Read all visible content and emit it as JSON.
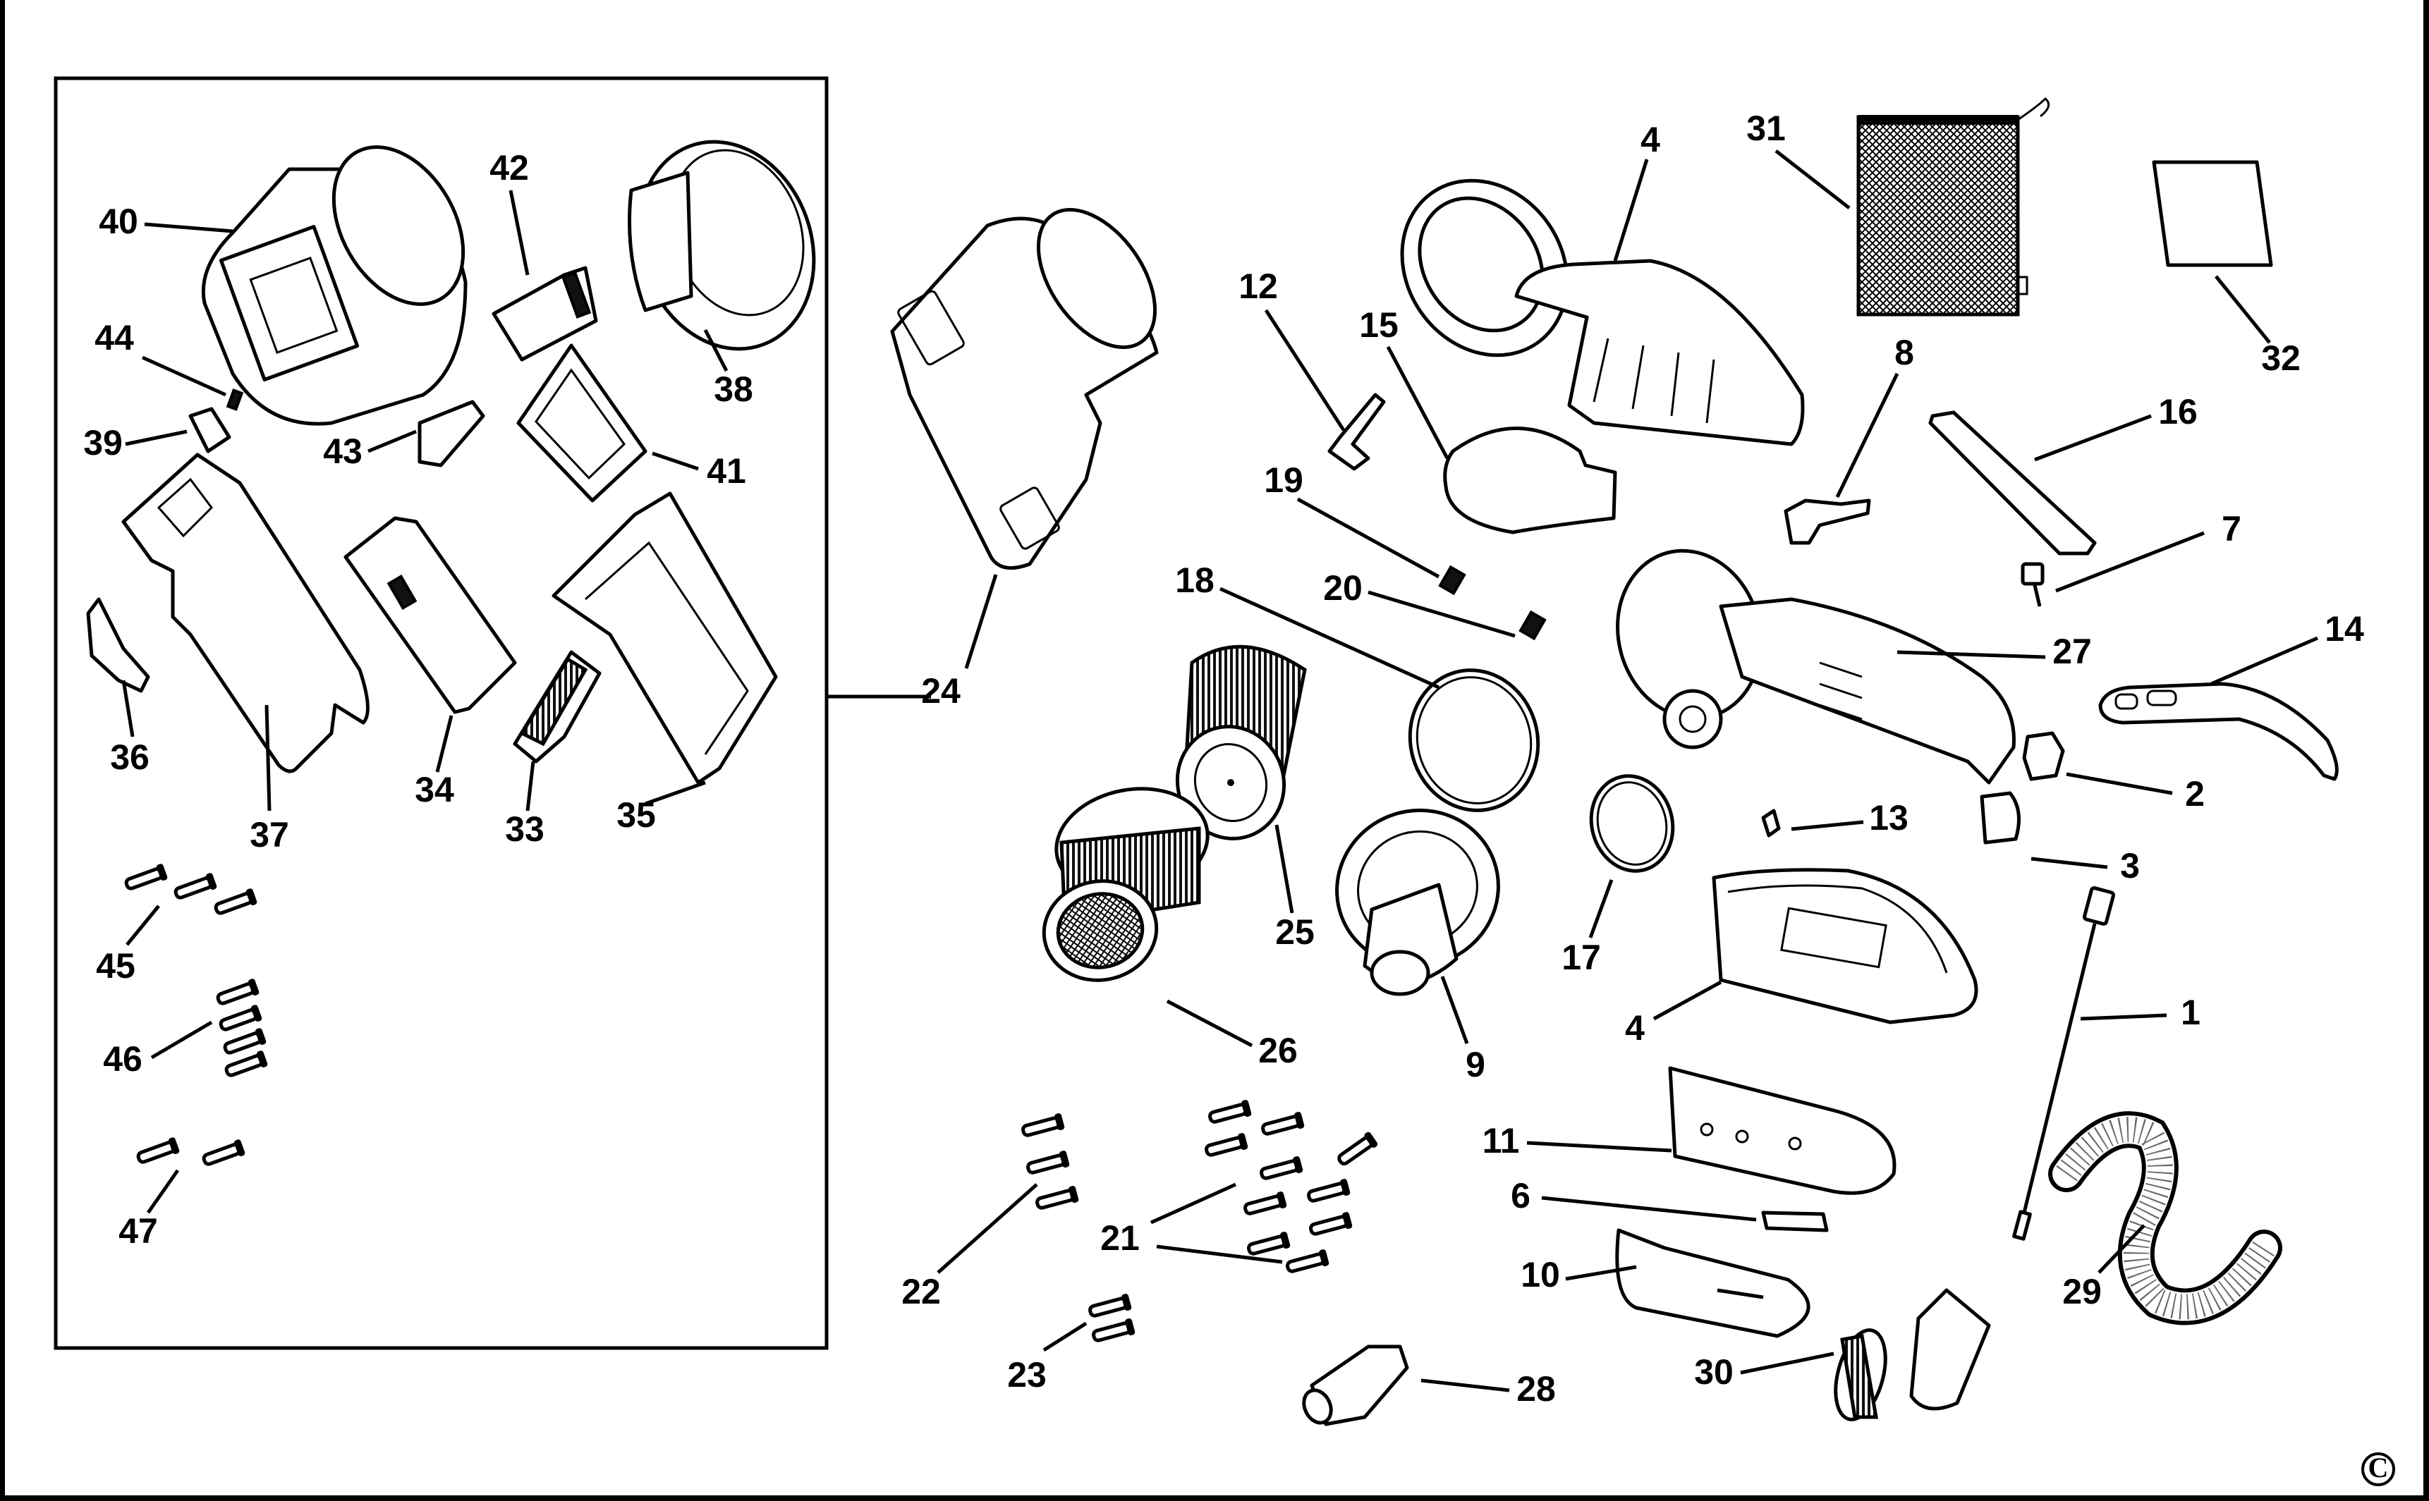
{
  "diagram": {
    "type": "exploded-parts-diagram",
    "subject": "handheld vacuum",
    "copyright_symbol": "©",
    "sub_assembly": {
      "label": "24",
      "contains": [
        "33",
        "34",
        "35",
        "36",
        "37",
        "38",
        "39",
        "40",
        "41",
        "42",
        "43",
        "44",
        "45",
        "46",
        "47"
      ]
    },
    "callouts": {
      "p1": "1",
      "p2": "2",
      "p3": "3",
      "p4a": "4",
      "p4b": "4",
      "p6": "6",
      "p7": "7",
      "p8": "8",
      "p9": "9",
      "p10": "10",
      "p11": "11",
      "p12": "12",
      "p13": "13",
      "p14": "14",
      "p15": "15",
      "p16": "16",
      "p17": "17",
      "p18": "18",
      "p19": "19",
      "p20": "20",
      "p21": "21",
      "p22": "22",
      "p23": "23",
      "p24": "24",
      "p25": "25",
      "p26": "26",
      "p27": "27",
      "p28": "28",
      "p29": "29",
      "p30": "30",
      "p31": "31",
      "p32": "32",
      "p33": "33",
      "p34": "34",
      "p35": "35",
      "p36": "36",
      "p37": "37",
      "p38": "38",
      "p39": "39",
      "p40": "40",
      "p41": "41",
      "p42": "42",
      "p43": "43",
      "p44": "44",
      "p45": "45",
      "p46": "46",
      "p47": "47"
    },
    "parts": [
      {
        "ref": "1",
        "icon": "power-cord-icon"
      },
      {
        "ref": "2",
        "icon": "switch-icon"
      },
      {
        "ref": "3",
        "icon": "switch-cover-icon"
      },
      {
        "ref": "4",
        "icon": "housing-half-icon",
        "count_on_diagram": 2
      },
      {
        "ref": "6",
        "icon": "latch-icon"
      },
      {
        "ref": "7",
        "icon": "led-icon"
      },
      {
        "ref": "8",
        "icon": "release-button-icon"
      },
      {
        "ref": "9",
        "icon": "cyclone-separator-icon"
      },
      {
        "ref": "10",
        "icon": "side-cover-icon"
      },
      {
        "ref": "11",
        "icon": "side-panel-icon"
      },
      {
        "ref": "12",
        "icon": "spring-clip-icon"
      },
      {
        "ref": "13",
        "icon": "clip-icon"
      },
      {
        "ref": "14",
        "icon": "handle-grip-icon"
      },
      {
        "ref": "15",
        "icon": "gasket-flap-icon"
      },
      {
        "ref": "16",
        "icon": "foam-strip-icon"
      },
      {
        "ref": "17",
        "icon": "o-ring-small-icon"
      },
      {
        "ref": "18",
        "icon": "o-ring-large-icon"
      },
      {
        "ref": "19",
        "icon": "spring-icon"
      },
      {
        "ref": "20",
        "icon": "spring-icon"
      },
      {
        "ref": "21",
        "icon": "screw-set-icon",
        "count_on_diagram": 11
      },
      {
        "ref": "22",
        "icon": "screw-set-icon",
        "count_on_diagram": 3
      },
      {
        "ref": "23",
        "icon": "screw-set-icon",
        "count_on_diagram": 2
      },
      {
        "ref": "24",
        "icon": "battery-pack-assembly-icon"
      },
      {
        "ref": "25",
        "icon": "pleated-filter-icon"
      },
      {
        "ref": "26",
        "icon": "mesh-pre-filter-icon"
      },
      {
        "ref": "27",
        "icon": "motor-housing-icon"
      },
      {
        "ref": "28",
        "icon": "crevice-tool-icon"
      },
      {
        "ref": "29",
        "icon": "flexible-hose-icon"
      },
      {
        "ref": "30",
        "icon": "brush-tool-icon"
      },
      {
        "ref": "31",
        "icon": "mesh-storage-bag-icon"
      },
      {
        "ref": "32",
        "icon": "manual-sheet-icon"
      },
      {
        "ref": "33",
        "icon": "terminal-block-icon"
      },
      {
        "ref": "34",
        "icon": "battery-cell-icon"
      },
      {
        "ref": "35",
        "icon": "battery-frame-icon"
      },
      {
        "ref": "36",
        "icon": "latch-icon"
      },
      {
        "ref": "37",
        "icon": "battery-cover-icon"
      },
      {
        "ref": "38",
        "icon": "end-cap-icon"
      },
      {
        "ref": "39",
        "icon": "clip-icon"
      },
      {
        "ref": "40",
        "icon": "battery-housing-icon"
      },
      {
        "ref": "41",
        "icon": "pcb-frame-icon"
      },
      {
        "ref": "42",
        "icon": "pcb-icon"
      },
      {
        "ref": "43",
        "icon": "connector-icon"
      },
      {
        "ref": "44",
        "icon": "spring-icon"
      },
      {
        "ref": "45",
        "icon": "screw-set-icon",
        "count_on_diagram": 3
      },
      {
        "ref": "46",
        "icon": "screw-set-icon",
        "count_on_diagram": 4
      },
      {
        "ref": "47",
        "icon": "screw-set-icon",
        "count_on_diagram": 2
      }
    ]
  }
}
